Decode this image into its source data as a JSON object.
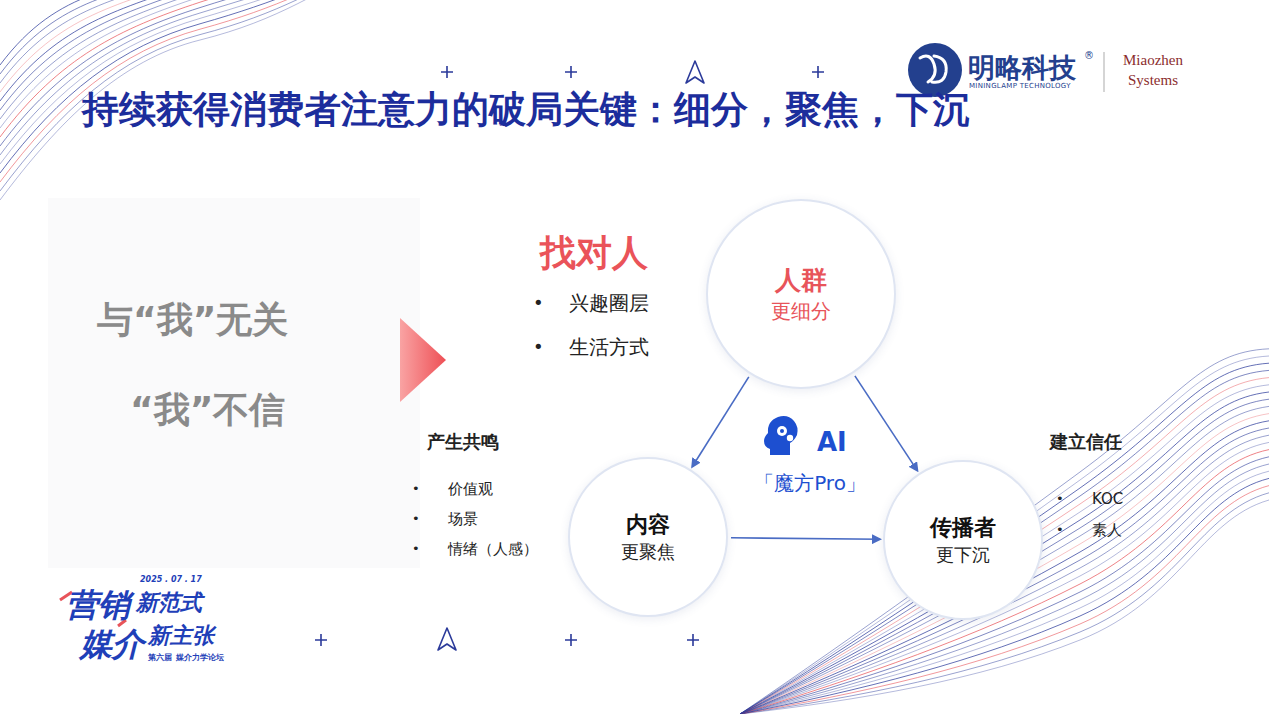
{
  "diagram": {
    "title": "持续获得消费者注意力的破局关键：细分，聚焦，下沉",
    "nodes": [
      {
        "text": [
          "人群",
          "更细分"
        ]
      },
      {
        "text": [
          "内容",
          "更聚焦"
        ]
      },
      {
        "text": [
          "传播者",
          "更下沉"
        ]
      }
    ],
    "edges": [
      {
        "from": 0,
        "to": 1,
        "arrow": "to"
      },
      {
        "from": 0,
        "to": 2,
        "arrow": "to"
      },
      {
        "from": 1,
        "to": 2,
        "arrow": "to"
      }
    ],
    "labels": [
      "明略科技",
      "®",
      "MININGLAMP TECHNOLOGY",
      "Miaozhen",
      "Systems",
      "与“我”无关",
      "“我”不信",
      "找对人",
      "•",
      "兴趣圈层",
      "•",
      "生活方式",
      "AI",
      "「魔方Pro」",
      "产生共鸣",
      "•",
      "价值观",
      "•",
      "场景",
      "•",
      "情绪（人感）",
      "建立信任",
      "•",
      "KOC",
      "•",
      "素人",
      "营销",
      "新范式",
      "媒介",
      "新主张",
      "2025 . 07 . 17",
      "第六届",
      "媒介力学论坛"
    ]
  }
}
